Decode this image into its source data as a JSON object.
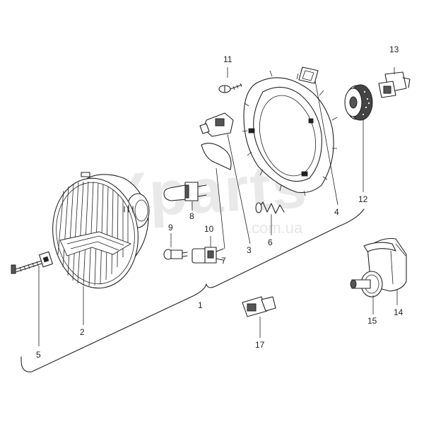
{
  "watermark": {
    "brand": "Xparts",
    "domain": ".com.ua"
  },
  "callouts": [
    {
      "id": "1",
      "label": "1"
    },
    {
      "id": "2",
      "label": "2"
    },
    {
      "id": "3",
      "label": "3"
    },
    {
      "id": "4",
      "label": "4"
    },
    {
      "id": "5",
      "label": "5"
    },
    {
      "id": "6",
      "label": "6"
    },
    {
      "id": "7",
      "label": "7"
    },
    {
      "id": "8",
      "label": "8"
    },
    {
      "id": "9",
      "label": "9"
    },
    {
      "id": "10",
      "label": "10"
    },
    {
      "id": "11",
      "label": "11"
    },
    {
      "id": "12",
      "label": "12"
    },
    {
      "id": "13",
      "label": "13"
    },
    {
      "id": "14",
      "label": "14"
    },
    {
      "id": "15",
      "label": "15"
    },
    {
      "id": "17",
      "label": "17"
    }
  ]
}
